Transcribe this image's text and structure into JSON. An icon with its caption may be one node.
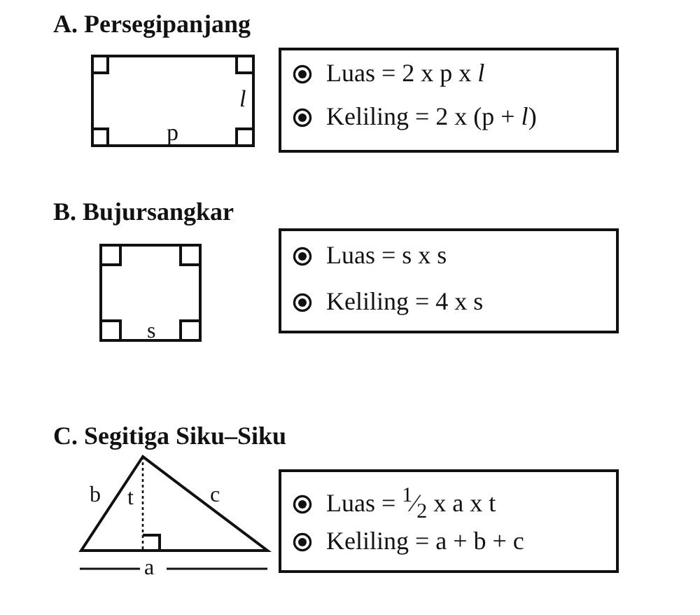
{
  "diagram": {
    "nodes": [
      {
        "text": [
          "Luas = 2 x p x *l*",
          "Keliling = 2 x (p + *l*)"
        ]
      },
      {
        "text": [
          "Luas = s x s",
          "Keliling = 4 x s"
        ]
      },
      {
        "text": [
          "Luas = $^{1}$⁄$_{2}$ x a x t",
          "Keliling = a + b + c"
        ]
      }
    ],
    "labels": [
      "A. Persegipanjang",
      "l",
      "p",
      "B. Bujursangkar",
      "s",
      "C. Segitiga Siku–Siku",
      "b",
      "t",
      "c",
      "a"
    ]
  }
}
